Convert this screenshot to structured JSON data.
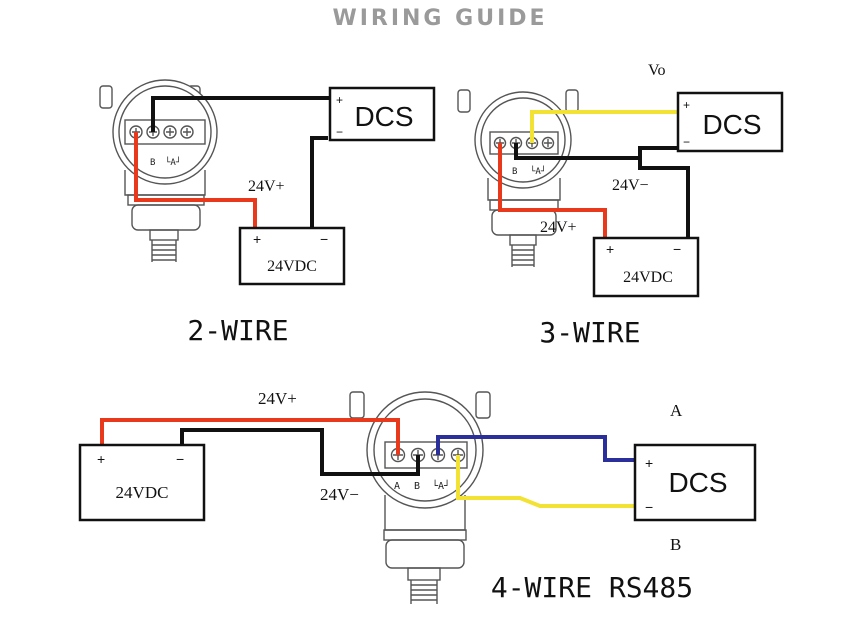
{
  "title": "WIRING GUIDE",
  "diagrams": {
    "two_wire": {
      "caption": "2-WIRE",
      "dcs_label": "DCS",
      "dcs_plus": "+",
      "dcs_minus": "−",
      "psu_label": "24VDC",
      "psu_plus": "+",
      "psu_minus": "−",
      "wire_label": "24V+",
      "terminal_b": "B",
      "terminal_a": "└A┘"
    },
    "three_wire": {
      "caption": "3-WIRE",
      "vo_label": "Vo",
      "dcs_label": "DCS",
      "dcs_plus": "+",
      "dcs_minus": "−",
      "psu_label": "24VDC",
      "psu_plus": "+",
      "psu_minus": "−",
      "wire_minus_label": "24V−",
      "wire_plus_label": "24V+",
      "terminal_b": "B",
      "terminal_a": "└A┘"
    },
    "four_wire": {
      "caption": "4-WIRE RS485",
      "a_label": "A",
      "b_label": "B",
      "dcs_label": "DCS",
      "dcs_plus": "+",
      "dcs_minus": "−",
      "psu_label": "24VDC",
      "psu_plus": "+",
      "psu_minus": "−",
      "wire_plus_label": "24V+",
      "wire_minus_label": "24V−",
      "terminal_a_left": "A",
      "terminal_b": "B",
      "terminal_a": "└A┘"
    }
  },
  "colors": {
    "red_wire": "#e8391d",
    "black_wire": "#111111",
    "yellow_wire": "#f2e234",
    "blue_wire": "#2a2f9c",
    "title_gray": "#9a9a9a"
  }
}
